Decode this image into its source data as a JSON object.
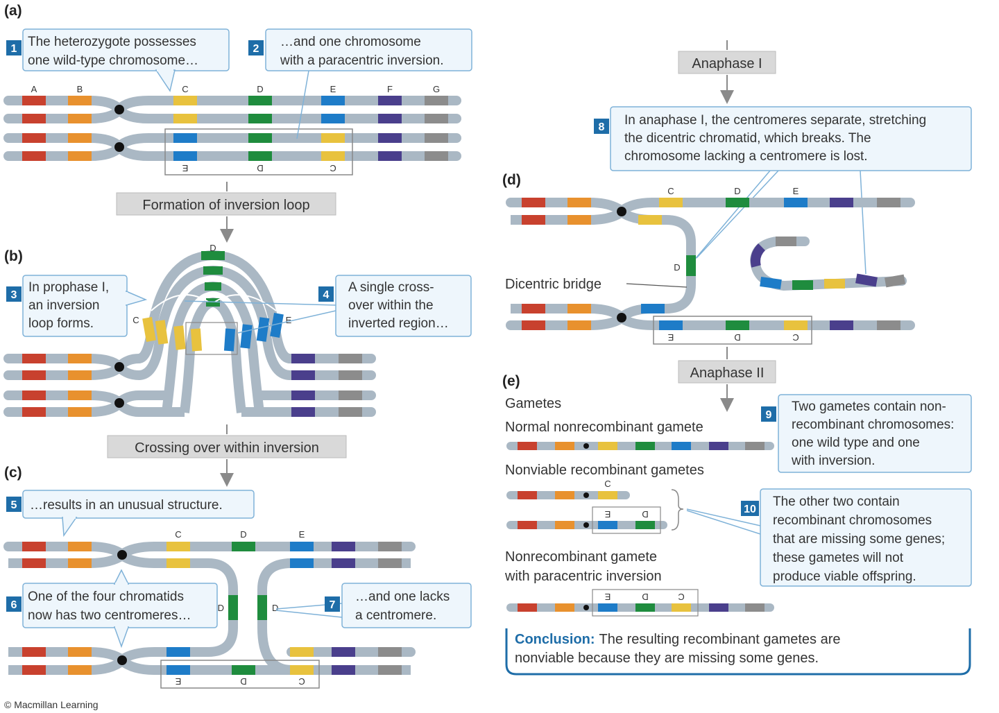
{
  "colors": {
    "chromosome": "#aab8c4",
    "red": "#c8412e",
    "orange": "#e8912e",
    "yellow": "#e8c23e",
    "green": "#1f8c3e",
    "blue": "#1e7cc8",
    "purple": "#4a3f8c",
    "gray": "#8c8c8c",
    "callout_border": "#7fb2d8",
    "callout_fill": "#eef6fc",
    "step_badge": "#1e6da8",
    "stage_box": "#d9d9d9",
    "conclusion_border": "#1e6da8"
  },
  "panels": {
    "a": "(a)",
    "b": "(b)",
    "c": "(c)",
    "d": "(d)",
    "e": "(e)"
  },
  "gene_labels": {
    "a": [
      "A",
      "B",
      "C",
      "D",
      "E",
      "F",
      "G"
    ],
    "a_inverted": [
      "E",
      "D",
      "C"
    ],
    "b": [
      "D",
      "C",
      "E"
    ],
    "c": [
      "C",
      "D",
      "E"
    ],
    "c_mid": [
      "D",
      "D"
    ],
    "c_inverted": [
      "E",
      "D",
      "C"
    ],
    "d": [
      "C",
      "D",
      "E"
    ],
    "d_bridge": "D",
    "d_inverted": [
      "E",
      "D",
      "C"
    ],
    "e_recomb_1": "C",
    "e_recomb_2": [
      "E",
      "D"
    ],
    "e_inversion": [
      "E",
      "D",
      "C"
    ]
  },
  "steps": [
    {
      "num": "1",
      "lines": [
        "The heterozygote possesses",
        "one wild-type chromosome…"
      ]
    },
    {
      "num": "2",
      "lines": [
        "…and one chromosome",
        "with a paracentric inversion."
      ]
    },
    {
      "num": "3",
      "lines": [
        "In prophase I,",
        "an inversion",
        "loop forms."
      ]
    },
    {
      "num": "4",
      "lines": [
        "A single cross-",
        "over within the",
        "inverted region…"
      ]
    },
    {
      "num": "5",
      "lines": [
        "…results in an unusual structure."
      ]
    },
    {
      "num": "6",
      "lines": [
        "One of the four chromatids",
        "now has two centromeres…"
      ]
    },
    {
      "num": "7",
      "lines": [
        "…and one lacks",
        "a centromere."
      ]
    },
    {
      "num": "8",
      "lines": [
        "In anaphase I, the centromeres separate, stretching",
        "the dicentric chromatid, which breaks. The",
        "chromosome lacking a centromere is lost."
      ]
    },
    {
      "num": "9",
      "lines": [
        "Two gametes contain non-",
        "recombinant chromosomes:",
        "one wild type and one",
        "with inversion."
      ]
    },
    {
      "num": "10",
      "lines": [
        "The other two contain",
        "recombinant chromosomes",
        "that are missing some genes;",
        "these gametes will not",
        "produce viable offspring."
      ]
    }
  ],
  "stages": {
    "loop": "Formation of inversion loop",
    "crossing": "Crossing over within inversion",
    "anaphase1": "Anaphase I",
    "anaphase2": "Anaphase II"
  },
  "labels": {
    "dicentric_bridge": "Dicentric bridge",
    "gametes": "Gametes",
    "normal_gamete": "Normal nonrecombinant gamete",
    "nonviable_gametes": "Nonviable recombinant gametes",
    "inversion_gamete_line1": "Nonrecombinant gamete",
    "inversion_gamete_line2": "with paracentric inversion"
  },
  "conclusion": {
    "bold": "Conclusion:",
    "line1": "The resulting recombinant gametes are",
    "line2": "nonviable because they are missing some genes."
  },
  "credit": "© Macmillan Learning"
}
